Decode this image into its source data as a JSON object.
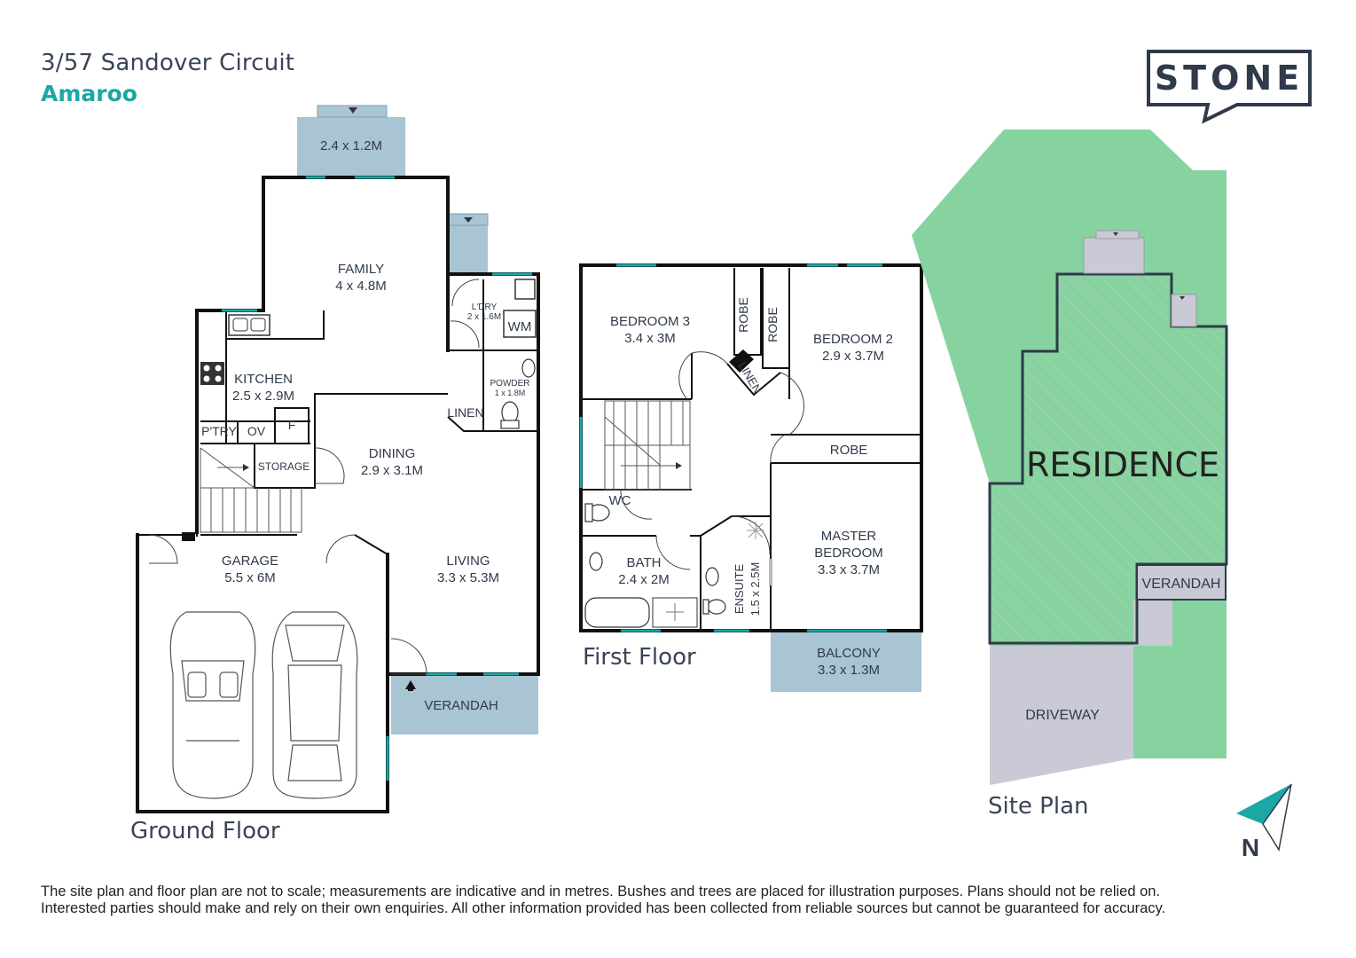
{
  "header": {
    "address": "3/57 Sandover Circuit",
    "suburb": "Amaroo"
  },
  "logo": {
    "text": "STONE"
  },
  "colors": {
    "wall": "#111111",
    "accent": "#1aa7a6",
    "outdoor": "#a9c4d3",
    "lawn": "#86d39f",
    "driveway": "#c9cad6",
    "site_outline": "#2f3a4a",
    "text": "#2f3a4a"
  },
  "ground_floor": {
    "label": "Ground Floor",
    "rooms": {
      "alfresco": "2.4 x 1.2M",
      "family_name": "FAMILY",
      "family_dim": "4 x 4.8M",
      "laundry_name": "L'DRY",
      "laundry_dim": "2 x 1.6M",
      "wm": "WM",
      "kitchen_name": "KITCHEN",
      "kitchen_dim": "2.5 x 2.9M",
      "powder_name": "POWDER",
      "powder_dim": "1 x 1.8M",
      "linen": "LINEN",
      "pantry": "P'TRY",
      "oven": "OV",
      "fridge": "F",
      "storage": "STORAGE",
      "dining_name": "DINING",
      "dining_dim": "2.9 x 3.1M",
      "garage_name": "GARAGE",
      "garage_dim": "5.5 x 6M",
      "living_name": "LIVING",
      "living_dim": "3.3 x 5.3M",
      "verandah": "VERANDAH"
    }
  },
  "first_floor": {
    "label": "First Floor",
    "rooms": {
      "bed3_name": "BEDROOM 3",
      "bed3_dim": "3.4 x 3M",
      "robe_a": "ROBE",
      "robe_b": "ROBE",
      "linen": "LINEN",
      "bed2_name": "BEDROOM 2",
      "bed2_dim": "2.9 x 3.7M",
      "robe_c": "ROBE",
      "wc": "WC",
      "bath_name": "BATH",
      "bath_dim": "2.4 x 2M",
      "ensuite_name": "ENSUITE",
      "ensuite_dim": "1.5 x 2.5M",
      "master_l1": "MASTER",
      "master_l2": "BEDROOM",
      "master_dim": "3.3 x 3.7M",
      "balcony_name": "BALCONY",
      "balcony_dim": "3.3 x 1.3M"
    }
  },
  "site_plan": {
    "label": "Site Plan",
    "residence": "RESIDENCE",
    "verandah": "VERANDAH",
    "driveway": "DRIVEWAY",
    "north": "N"
  },
  "disclaimer": {
    "line1": "The site plan and floor plan are not to scale; measurements are indicative and in metres. Bushes and trees are placed for illustration purposes. Plans should not be relied on.",
    "line2": "Interested parties should make and rely on their own enquiries. All other information provided has been collected from reliable sources but cannot be guaranteed for accuracy."
  }
}
